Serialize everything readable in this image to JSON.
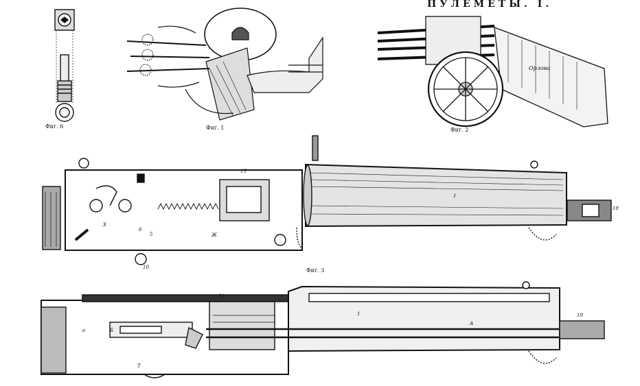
{
  "plate_title": "ПУЛЕМЕТЫ. I.",
  "captions": {
    "fig6": "Фиг. 6",
    "fig1": "Фиг. 1",
    "fig2": "Фиг. 2",
    "fig3": "Фиг. 3"
  },
  "labels": {
    "fig2_frame": "Орлова",
    "num_1": "1",
    "num_5": "5",
    "num_6": "6",
    "num_10": "10",
    "num_15": "15",
    "num_18": "18",
    "num_19": "19",
    "num_21": "21",
    "let_zh": "Ж",
    "let_kh": "Х",
    "let_b": "Б",
    "let_a": "А",
    "let_t": "Т",
    "let_a_small": "а"
  }
}
